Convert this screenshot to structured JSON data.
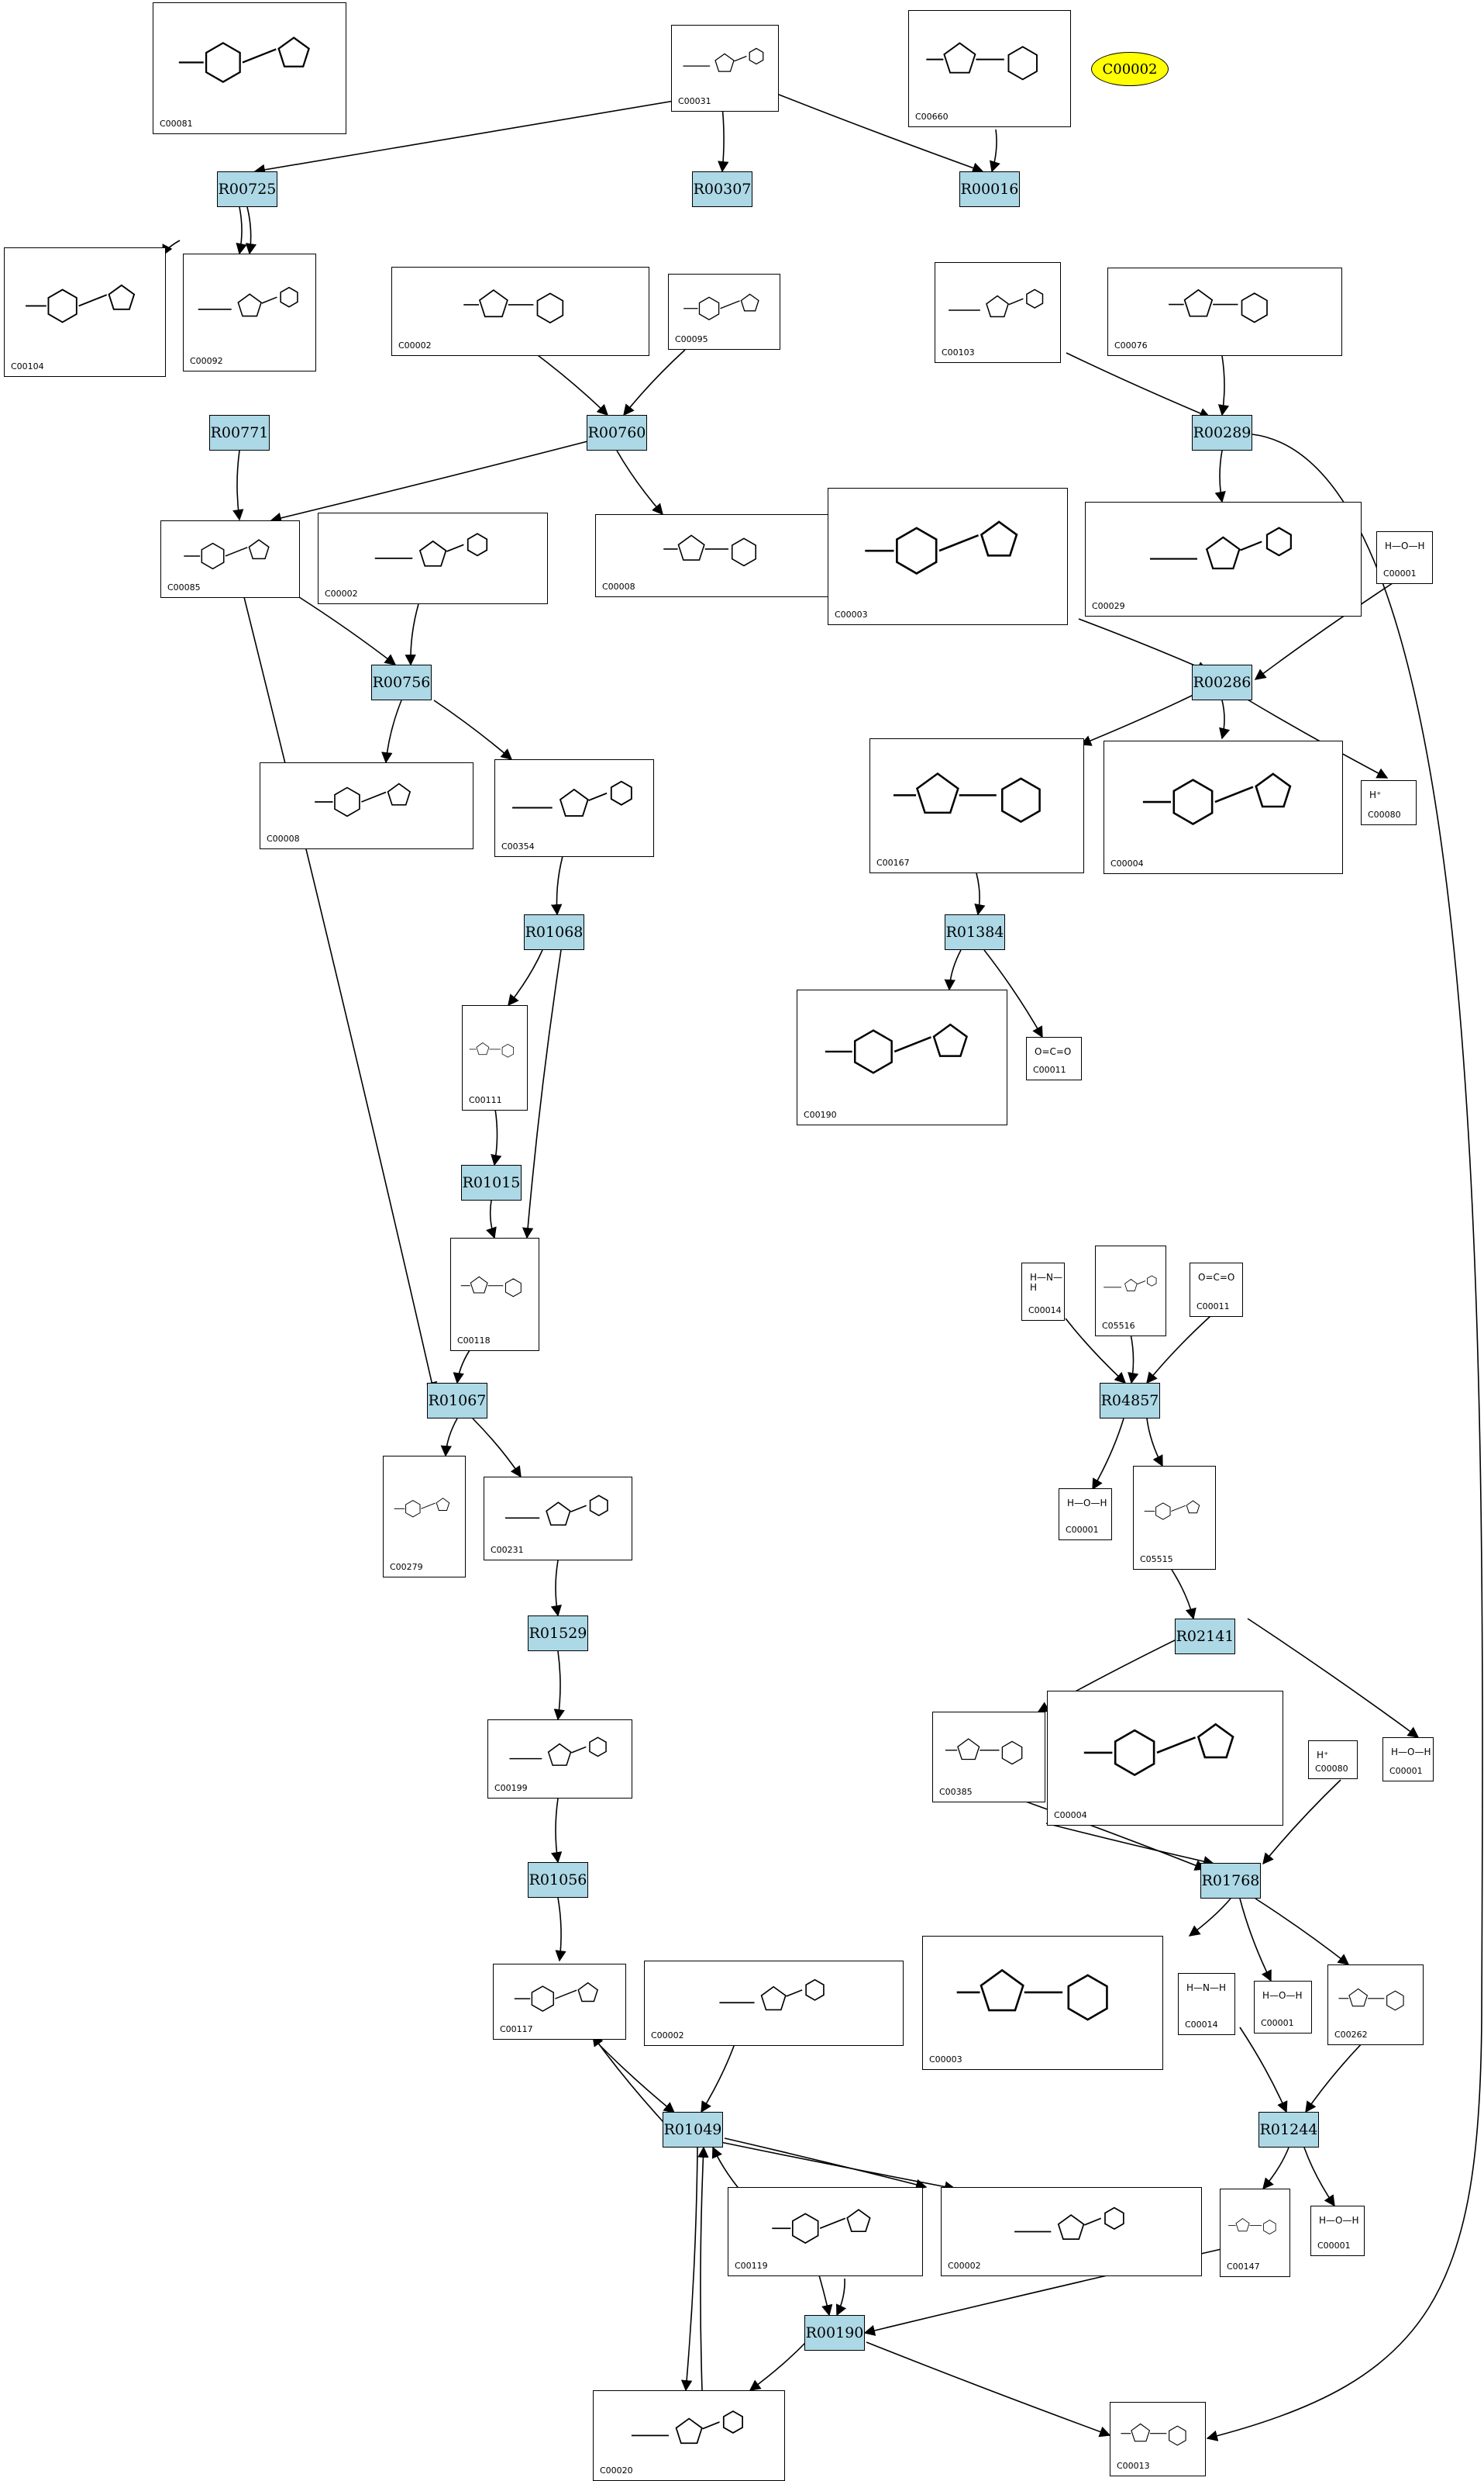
{
  "highlight": {
    "id": "C00002",
    "color": "#ffff00"
  },
  "colors": {
    "reaction_fill": "#add8e6",
    "stroke": "#000000"
  },
  "reactions": [
    "R00725",
    "R00307",
    "R00016",
    "R00771",
    "R00760",
    "R00289",
    "R00756",
    "R00286",
    "R01068",
    "R01384",
    "R01015",
    "R04857",
    "R01067",
    "R02141",
    "R01529",
    "R01768",
    "R01056",
    "R01244",
    "R01049",
    "R00190"
  ],
  "compounds": [
    "C00081",
    "C00031",
    "C00660",
    "C00104",
    "C00092",
    "C00002",
    "C00095",
    "C00103",
    "C00076",
    "C00085",
    "C00002",
    "C00008",
    "C00003",
    "C00029",
    "C00001",
    "C00008",
    "C00354",
    "C00167",
    "C00004",
    "C00080",
    "C00111",
    "C00190",
    "C00011",
    "C00118",
    "C00014",
    "C05516",
    "C00011",
    "C00279",
    "C00231",
    "C00001",
    "C05515",
    "C00199",
    "C00385",
    "C00004",
    "C00080",
    "C00001",
    "C00117",
    "C00002",
    "C00003",
    "C00014",
    "C00001",
    "C00262",
    "C00119",
    "C00002",
    "C00147",
    "C00001",
    "C00020",
    "C00013"
  ],
  "small_molecule_text": {
    "water": "H—O—H",
    "proton": "H⁺",
    "ammonia": "H—N—H",
    "co2": "O=C=O"
  }
}
